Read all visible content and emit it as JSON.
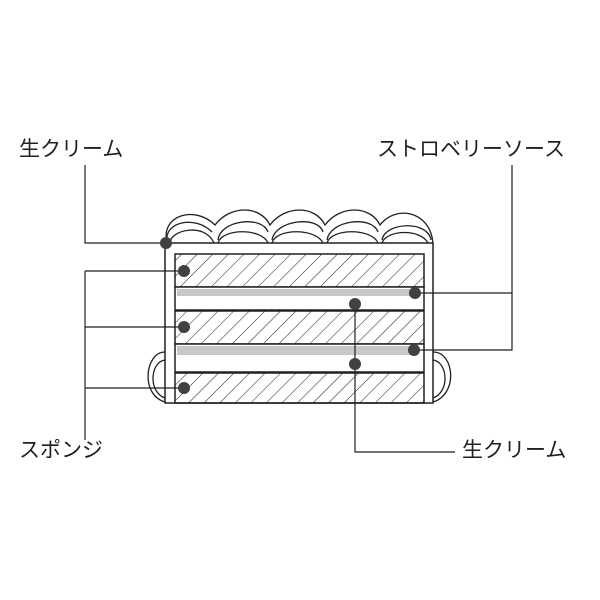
{
  "labels": {
    "top_left": "生クリーム",
    "top_right": "ストロベリーソース",
    "bottom_left": "スポンジ",
    "bottom_right": "生クリーム"
  },
  "colors": {
    "line": "#231f20",
    "dot": "#414042",
    "sauce": "#c8c8c8"
  }
}
